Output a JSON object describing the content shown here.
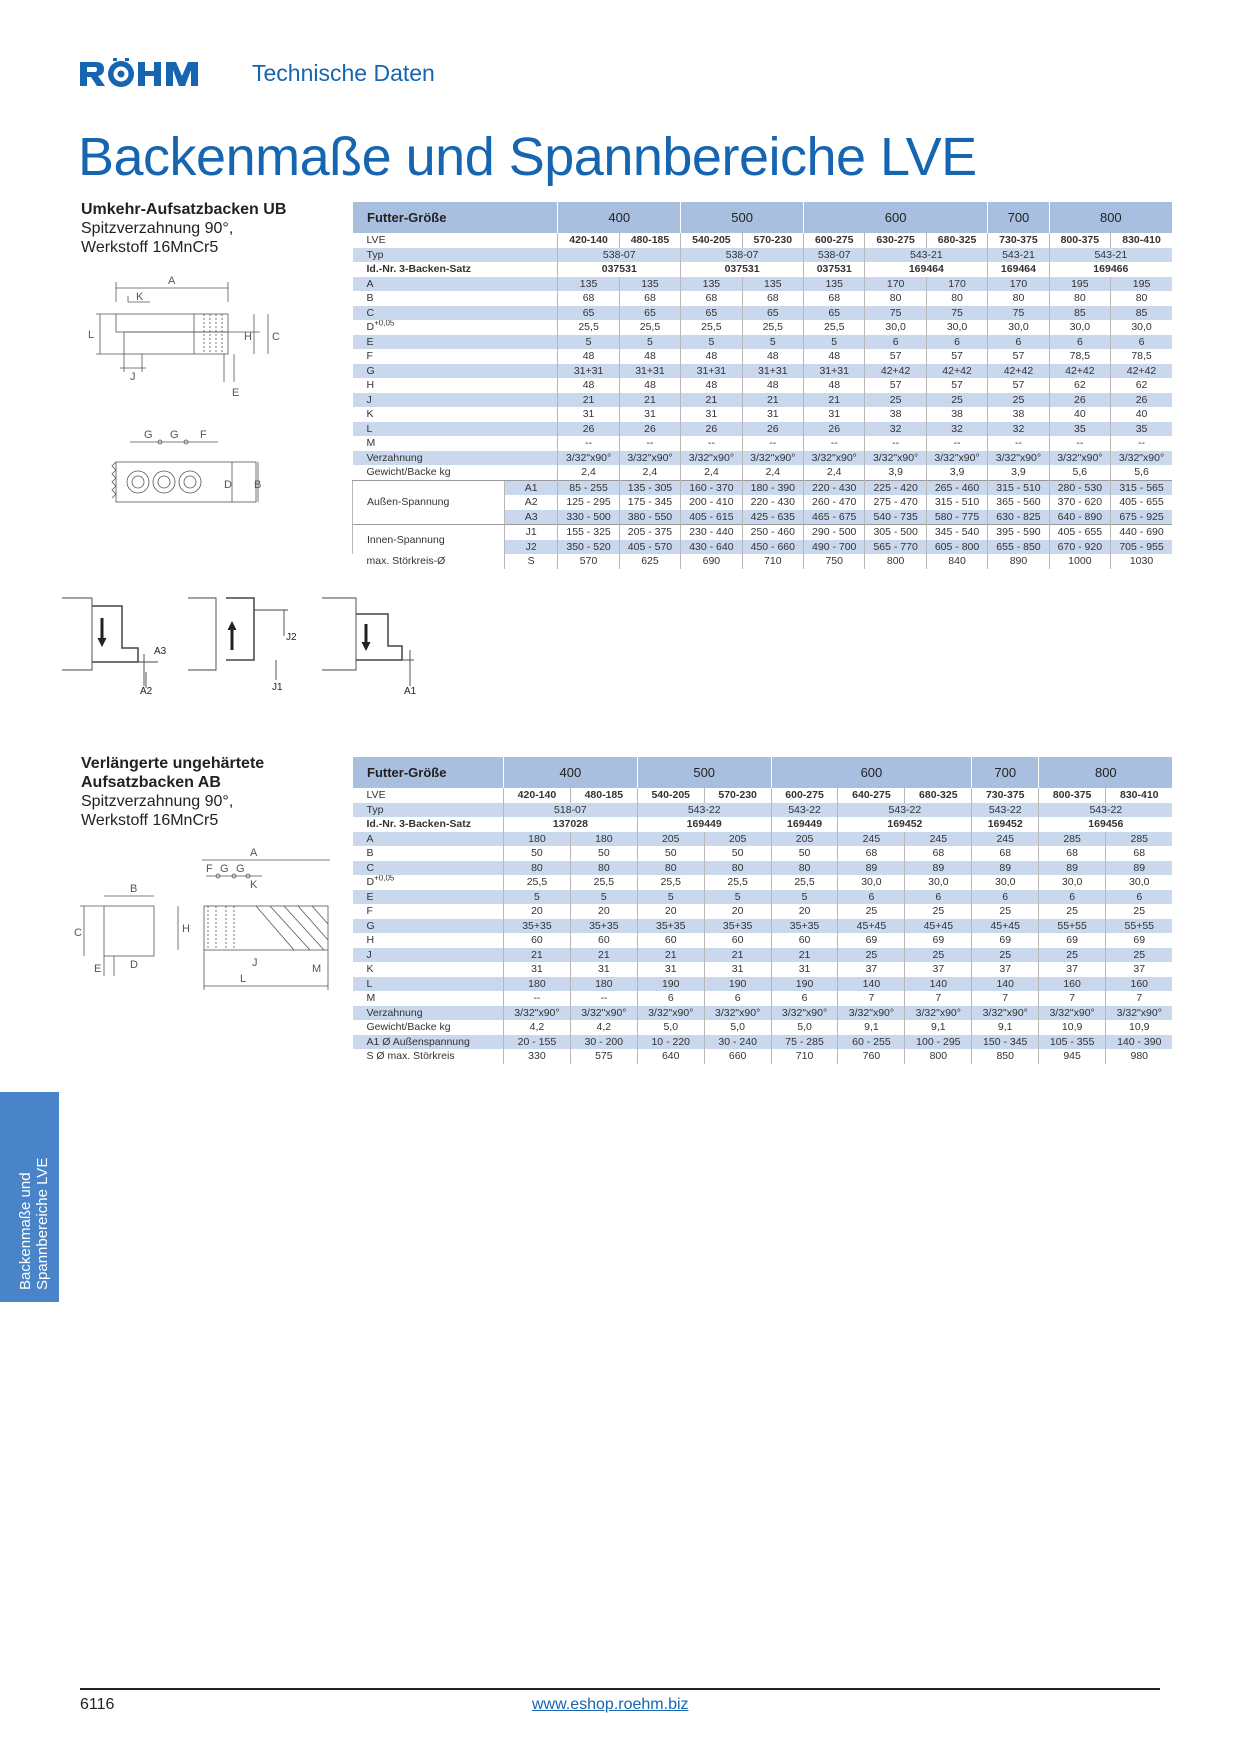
{
  "brand": {
    "name": "RÖHM",
    "color": "#1565b0"
  },
  "header": {
    "subtitle": "Technische Daten"
  },
  "title": "Backenmaße und Spannbereiche LVE",
  "section1": {
    "heading": "Umkehr-Aufsatzbacken UB",
    "line2": "Spitzverzahnung 90°,",
    "line3": "Werkstoff 16MnCr5",
    "drawing_labels": {
      "A": "A",
      "K": "K",
      "L": "L",
      "H": "H",
      "C": "C",
      "J": "J",
      "E": "E",
      "G": "G",
      "F": "F",
      "D": "D",
      "B": "B"
    },
    "table": {
      "header_label": "Futter-Größe",
      "sizes": [
        "400",
        "500",
        "600",
        "700",
        "800"
      ],
      "lve_label": "LVE",
      "lve": [
        "420-140",
        "480-185",
        "540-205",
        "570-230",
        "600-275",
        "630-275",
        "680-325",
        "730-375",
        "800-375",
        "830-410"
      ],
      "typ_label": "Typ",
      "typ": [
        "538-07",
        "538-07",
        "538-07",
        "543-21",
        "543-21",
        "543-21"
      ],
      "id_label": "Id.-Nr. 3-Backen-Satz",
      "ids": [
        "037531",
        "037531",
        "037531",
        "169464",
        "169464",
        "169466"
      ],
      "rows": [
        {
          "label": "A",
          "values": [
            "135",
            "135",
            "135",
            "135",
            "135",
            "170",
            "170",
            "170",
            "195",
            "195"
          ]
        },
        {
          "label": "B",
          "values": [
            "68",
            "68",
            "68",
            "68",
            "68",
            "80",
            "80",
            "80",
            "80",
            "80"
          ]
        },
        {
          "label": "C",
          "values": [
            "65",
            "65",
            "65",
            "65",
            "65",
            "75",
            "75",
            "75",
            "85",
            "85"
          ]
        },
        {
          "label": "D",
          "sup": "+0,05",
          "values": [
            "25,5",
            "25,5",
            "25,5",
            "25,5",
            "25,5",
            "30,0",
            "30,0",
            "30,0",
            "30,0",
            "30,0"
          ]
        },
        {
          "label": "E",
          "values": [
            "5",
            "5",
            "5",
            "5",
            "5",
            "6",
            "6",
            "6",
            "6",
            "6"
          ]
        },
        {
          "label": "F",
          "values": [
            "48",
            "48",
            "48",
            "48",
            "48",
            "57",
            "57",
            "57",
            "78,5",
            "78,5"
          ]
        },
        {
          "label": "G",
          "values": [
            "31+31",
            "31+31",
            "31+31",
            "31+31",
            "31+31",
            "42+42",
            "42+42",
            "42+42",
            "42+42",
            "42+42"
          ]
        },
        {
          "label": "H",
          "values": [
            "48",
            "48",
            "48",
            "48",
            "48",
            "57",
            "57",
            "57",
            "62",
            "62"
          ]
        },
        {
          "label": "J",
          "values": [
            "21",
            "21",
            "21",
            "21",
            "21",
            "25",
            "25",
            "25",
            "26",
            "26"
          ]
        },
        {
          "label": "K",
          "values": [
            "31",
            "31",
            "31",
            "31",
            "31",
            "38",
            "38",
            "38",
            "40",
            "40"
          ]
        },
        {
          "label": "L",
          "values": [
            "26",
            "26",
            "26",
            "26",
            "26",
            "32",
            "32",
            "32",
            "35",
            "35"
          ]
        },
        {
          "label": "M",
          "values": [
            "--",
            "--",
            "--",
            "--",
            "--",
            "--",
            "--",
            "--",
            "--",
            "--"
          ]
        },
        {
          "label": "Verzahnung",
          "values": [
            "3/32\"x90°",
            "3/32\"x90°",
            "3/32\"x90°",
            "3/32\"x90°",
            "3/32\"x90°",
            "3/32\"x90°",
            "3/32\"x90°",
            "3/32\"x90°",
            "3/32\"x90°",
            "3/32\"x90°"
          ]
        },
        {
          "label": "Gewicht/Backe kg",
          "values": [
            "2,4",
            "2,4",
            "2,4",
            "2,4",
            "2,4",
            "3,9",
            "3,9",
            "3,9",
            "5,6",
            "5,6"
          ]
        }
      ],
      "aussen_label": "Außen-Spannung",
      "aussen": [
        {
          "sub": "A1",
          "values": [
            "85 - 255",
            "135 - 305",
            "160 - 370",
            "180 - 390",
            "220 - 430",
            "225 - 420",
            "265 - 460",
            "315 - 510",
            "280 - 530",
            "315 - 565"
          ]
        },
        {
          "sub": "A2",
          "values": [
            "125 - 295",
            "175 - 345",
            "200 - 410",
            "220 - 430",
            "260 - 470",
            "275 - 470",
            "315 - 510",
            "365 - 560",
            "370 - 620",
            "405 - 655"
          ]
        },
        {
          "sub": "A3",
          "values": [
            "330 - 500",
            "380 - 550",
            "405 - 615",
            "425 - 635",
            "465 - 675",
            "540 - 735",
            "580 - 775",
            "630 - 825",
            "640 - 890",
            "675 - 925"
          ]
        }
      ],
      "innen_label": "Innen-Spannung",
      "innen": [
        {
          "sub": "J1",
          "values": [
            "155 - 325",
            "205 - 375",
            "230 - 440",
            "250 - 460",
            "290 - 500",
            "305 - 500",
            "345 - 540",
            "395 - 590",
            "405 - 655",
            "440 - 690"
          ]
        },
        {
          "sub": "J2",
          "values": [
            "350 - 520",
            "405 - 570",
            "430 - 640",
            "450 - 660",
            "490 - 700",
            "565 - 770",
            "605 - 800",
            "655 - 850",
            "670 - 920",
            "705 - 955"
          ]
        }
      ],
      "stoer": {
        "label": "max. Störkreis-Ø",
        "sub": "S",
        "values": [
          "570",
          "625",
          "690",
          "710",
          "750",
          "800",
          "840",
          "890",
          "1000",
          "1030"
        ]
      }
    },
    "clamp_labels": {
      "a1": "A1",
      "a2": "A2",
      "a3": "A3",
      "j1": "J1",
      "j2": "J2"
    }
  },
  "section2": {
    "heading_line1": "Verlängerte ungehärtete",
    "heading_line2": "Aufsatzbacken AB",
    "line3": "Spitzverzahnung 90°,",
    "line4": "Werkstoff 16MnCr5",
    "drawing_labels": {
      "A": "A",
      "B": "B",
      "C": "C",
      "D": "D",
      "E": "E",
      "F": "F",
      "G": "G",
      "H": "H",
      "J": "J",
      "K": "K",
      "L": "L",
      "M": "M"
    },
    "table": {
      "header_label": "Futter-Größe",
      "sizes": [
        "400",
        "500",
        "600",
        "700",
        "800"
      ],
      "lve_label": "LVE",
      "lve": [
        "420-140",
        "480-185",
        "540-205",
        "570-230",
        "600-275",
        "640-275",
        "680-325",
        "730-375",
        "800-375",
        "830-410"
      ],
      "typ_label": "Typ",
      "typ": [
        "518-07",
        "543-22",
        "543-22",
        "543-22",
        "543-22",
        "543-22"
      ],
      "id_label": "Id.-Nr. 3-Backen-Satz",
      "ids": [
        "137028",
        "169449",
        "169449",
        "169452",
        "169452",
        "169456"
      ],
      "rows": [
        {
          "label": "A",
          "values": [
            "180",
            "180",
            "205",
            "205",
            "205",
            "245",
            "245",
            "245",
            "285",
            "285"
          ]
        },
        {
          "label": "B",
          "values": [
            "50",
            "50",
            "50",
            "50",
            "50",
            "68",
            "68",
            "68",
            "68",
            "68"
          ]
        },
        {
          "label": "C",
          "values": [
            "80",
            "80",
            "80",
            "80",
            "80",
            "89",
            "89",
            "89",
            "89",
            "89"
          ]
        },
        {
          "label": "D",
          "sup": "+0,05",
          "values": [
            "25,5",
            "25,5",
            "25,5",
            "25,5",
            "25,5",
            "30,0",
            "30,0",
            "30,0",
            "30,0",
            "30,0"
          ]
        },
        {
          "label": "E",
          "values": [
            "5",
            "5",
            "5",
            "5",
            "5",
            "6",
            "6",
            "6",
            "6",
            "6"
          ]
        },
        {
          "label": "F",
          "values": [
            "20",
            "20",
            "20",
            "20",
            "20",
            "25",
            "25",
            "25",
            "25",
            "25"
          ]
        },
        {
          "label": "G",
          "values": [
            "35+35",
            "35+35",
            "35+35",
            "35+35",
            "35+35",
            "45+45",
            "45+45",
            "45+45",
            "55+55",
            "55+55"
          ]
        },
        {
          "label": "H",
          "values": [
            "60",
            "60",
            "60",
            "60",
            "60",
            "69",
            "69",
            "69",
            "69",
            "69"
          ]
        },
        {
          "label": "J",
          "values": [
            "21",
            "21",
            "21",
            "21",
            "21",
            "25",
            "25",
            "25",
            "25",
            "25"
          ]
        },
        {
          "label": "K",
          "values": [
            "31",
            "31",
            "31",
            "31",
            "31",
            "37",
            "37",
            "37",
            "37",
            "37"
          ]
        },
        {
          "label": "L",
          "values": [
            "180",
            "180",
            "190",
            "190",
            "190",
            "140",
            "140",
            "140",
            "160",
            "160"
          ]
        },
        {
          "label": "M",
          "values": [
            "--",
            "--",
            "6",
            "6",
            "6",
            "7",
            "7",
            "7",
            "7",
            "7"
          ]
        },
        {
          "label": "Verzahnung",
          "values": [
            "3/32\"x90°",
            "3/32\"x90°",
            "3/32\"x90°",
            "3/32\"x90°",
            "3/32\"x90°",
            "3/32\"x90°",
            "3/32\"x90°",
            "3/32\"x90°",
            "3/32\"x90°",
            "3/32\"x90°"
          ]
        },
        {
          "label": "Gewicht/Backe kg",
          "values": [
            "4,2",
            "4,2",
            "5,0",
            "5,0",
            "5,0",
            "9,1",
            "9,1",
            "9,1",
            "10,9",
            "10,9"
          ]
        },
        {
          "label": "A1 Ø Außenspannung",
          "values": [
            "20 - 155",
            "30 - 200",
            "10 - 220",
            "30 - 240",
            "75 - 285",
            "60 - 255",
            "100 - 295",
            "150 - 345",
            "105 - 355",
            "140 - 390"
          ]
        },
        {
          "label": "S Ø max. Störkreis",
          "values": [
            "330",
            "575",
            "640",
            "660",
            "710",
            "760",
            "800",
            "850",
            "945",
            "980"
          ]
        }
      ]
    }
  },
  "side_tab": {
    "line1": "Backenmaße und",
    "line2": "Spannbereiche LVE",
    "color": "#4a84c8"
  },
  "footer": {
    "page": "6116",
    "url": "www.eshop.roehm.biz"
  }
}
